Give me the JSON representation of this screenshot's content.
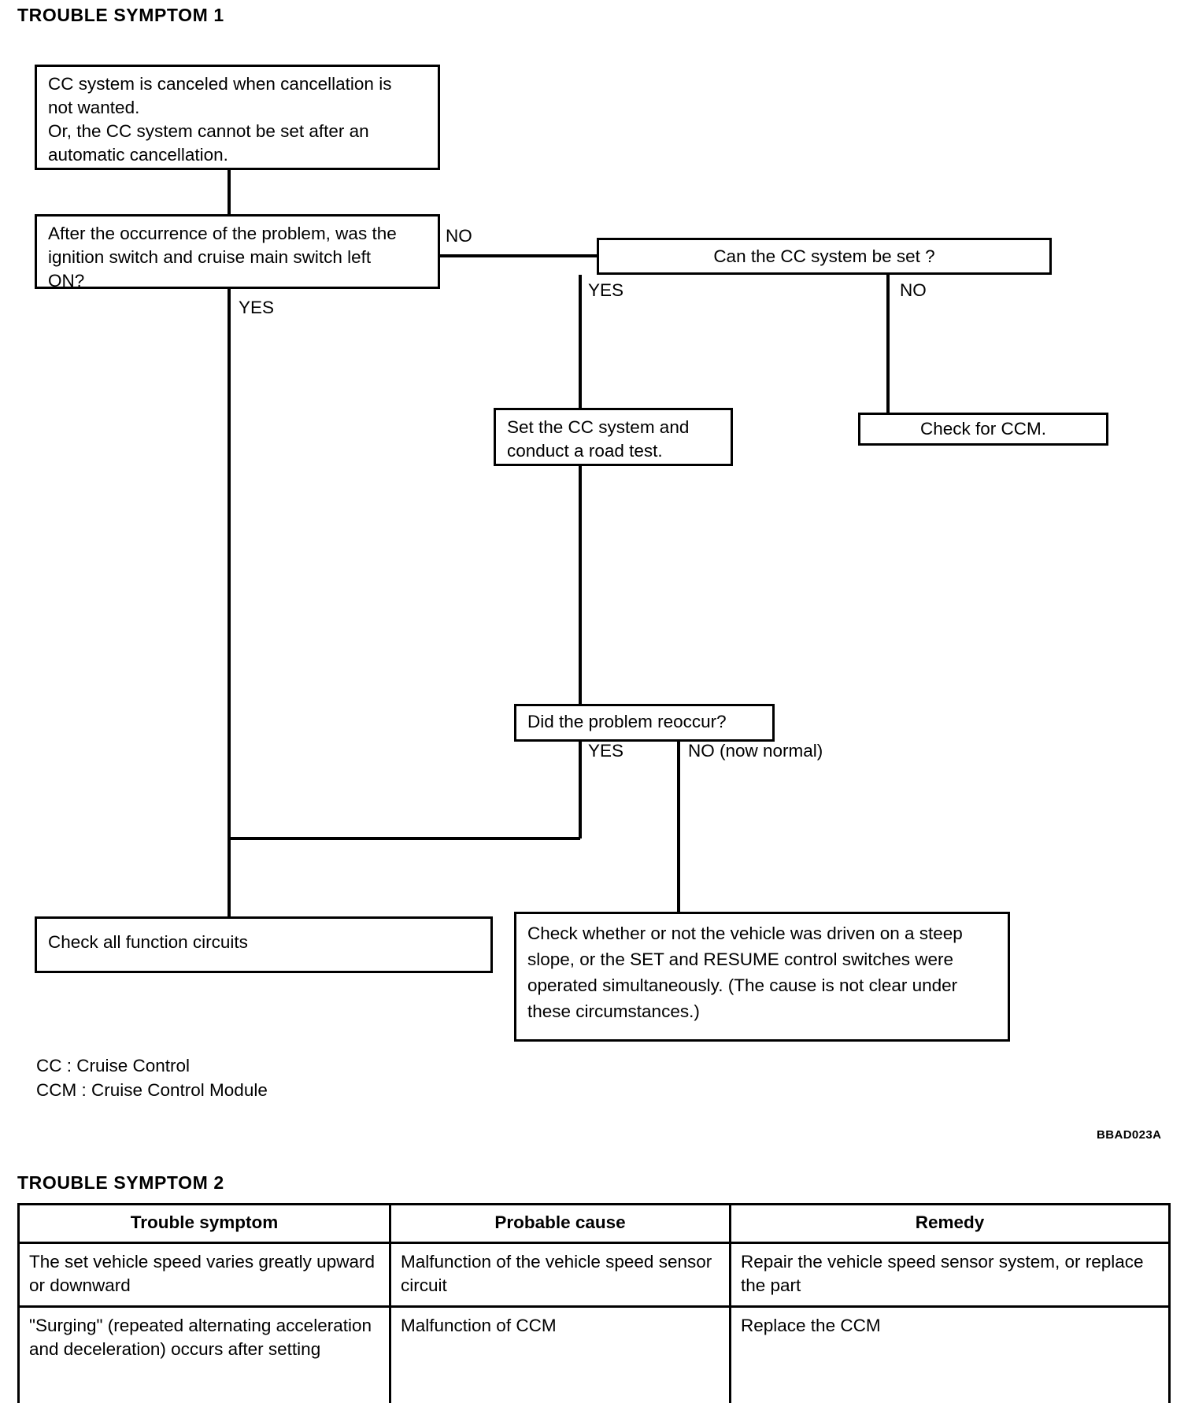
{
  "page": {
    "figure_code": "BBAD023A"
  },
  "symptom1": {
    "heading": "TROUBLE SYMPTOM 1",
    "nodes": {
      "start": "CC system is canceled when cancellation is\nnot wanted.\nOr, the CC system cannot be set after an\nautomatic cancellation.",
      "question_ignition": "After the occurrence of the problem, was the\nignition switch and cruise main switch left\nON?",
      "question_can_set": "Can the CC system be set ?",
      "check_ccm": "Check for CCM.",
      "set_and_road_test": "Set the CC system and\nconduct a road test.",
      "question_reoccur": "Did the problem reoccur?",
      "check_all_circuits": "Check all function circuits",
      "check_steep_slope": "Check whether or not the vehicle was driven on a steep\nslope, or the SET and RESUME control switches were\noperated simultaneously. (The cause is not clear under\nthese circumstances.)"
    },
    "branch_labels": {
      "ignition_no": "NO",
      "ignition_yes": "YES",
      "can_set_yes": "YES",
      "can_set_no": "NO",
      "reoccur_yes": "YES",
      "reoccur_no": "NO (now normal)"
    },
    "legend": "CC : Cruise Control\nCCM : Cruise Control Module"
  },
  "symptom2": {
    "heading": "TROUBLE SYMPTOM 2",
    "columns": [
      "Trouble symptom",
      "Probable cause",
      "Remedy"
    ],
    "rows": [
      {
        "symptom": "The set vehicle speed varies greatly\nupward or downward",
        "cause": "Malfunction of the vehicle speed\nsensor circuit",
        "remedy": "Repair the vehicle speed sensor\nsystem, or replace the part"
      },
      {
        "symptom": "\"Surging\" (repeated alternating\nacceleration and deceleration)\noccurs after setting",
        "cause": "Malfunction of CCM",
        "remedy": "Replace the CCM"
      }
    ]
  }
}
